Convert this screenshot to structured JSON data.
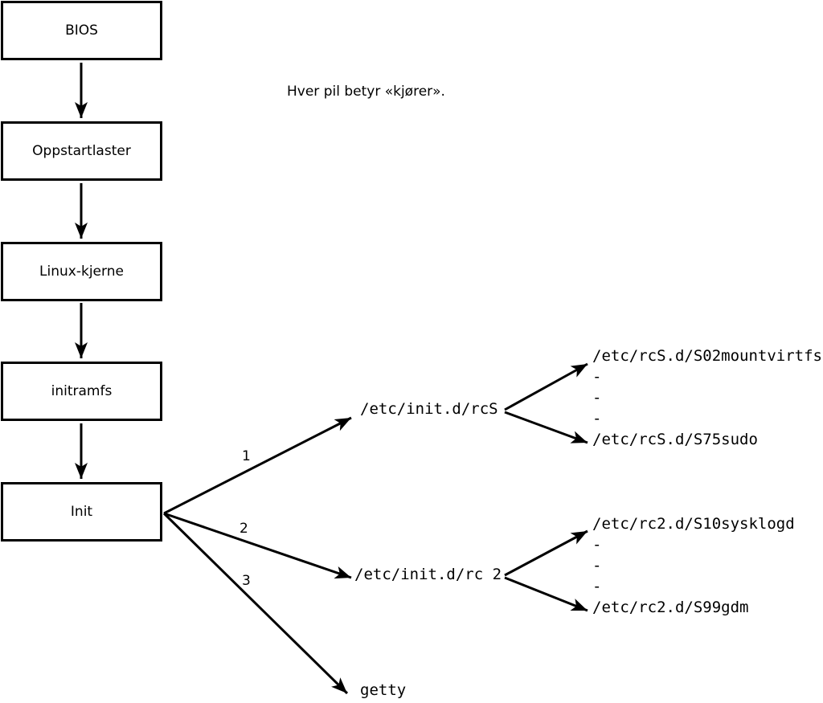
{
  "note": "Hver pil betyr «kjører».",
  "boxes": [
    {
      "label": "BIOS"
    },
    {
      "label": "Oppstartlaster"
    },
    {
      "label": "Linux-kjerne"
    },
    {
      "label": "initramfs"
    },
    {
      "label": "Init"
    }
  ],
  "branches": [
    {
      "number": "1",
      "target": "/etc/init.d/rcS"
    },
    {
      "number": "2",
      "target": "/etc/init.d/rc 2"
    },
    {
      "number": "3",
      "target": "getty"
    }
  ],
  "rcS_children": [
    "/etc/rcS.d/S02mountvirtfs",
    "-",
    "-",
    "-",
    "/etc/rcS.d/S75sudo"
  ],
  "rc2_children": [
    "/etc/rc2.d/S10sysklogd",
    "-",
    "-",
    "-",
    "/etc/rc2.d/S99gdm"
  ],
  "colors": {
    "line": "#000000",
    "background": "#ffffff"
  }
}
